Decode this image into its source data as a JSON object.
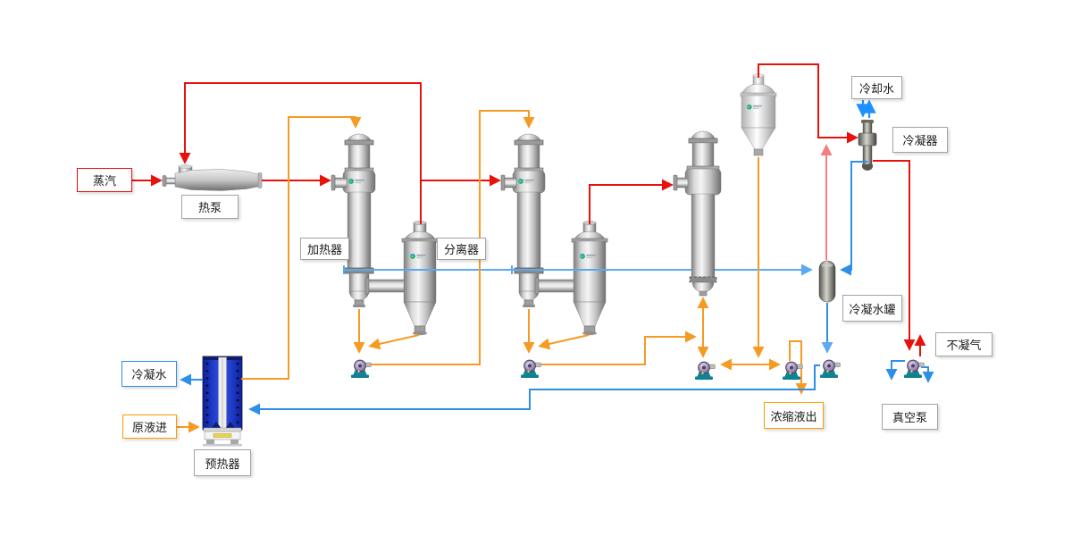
{
  "title": "evaporation-process-flow-diagram",
  "labels": {
    "steam": "蒸汽",
    "heat_pump": "热泵",
    "heater": "加热器",
    "separator": "分离器",
    "cooling_water": "冷却水",
    "condenser": "冷凝器",
    "condensate_tank": "冷凝水罐",
    "non_condensable_gas": "不凝气",
    "vacuum_pump": "真空泵",
    "concentrate_out": "浓缩液出",
    "condensate_water": "冷凝水",
    "raw_liquid_in": "原液进",
    "preheater": "预热器"
  },
  "colors": {
    "steam_line": "#e8120d",
    "tank_vent_line": "#f47f7f",
    "process_line": "#f59a23",
    "condensate_line": "#2e8fe8",
    "condensate_collect_line": "#5aa9f2",
    "cooling_line": "#1e90ff",
    "label_border_gray": "#a3a3a3",
    "label_border_red": "#f20d0d",
    "label_border_orange": "#ff9a00",
    "label_border_blue": "#2e8fe8",
    "pump_body": "#128294",
    "preheater_body": "#2443d8"
  }
}
